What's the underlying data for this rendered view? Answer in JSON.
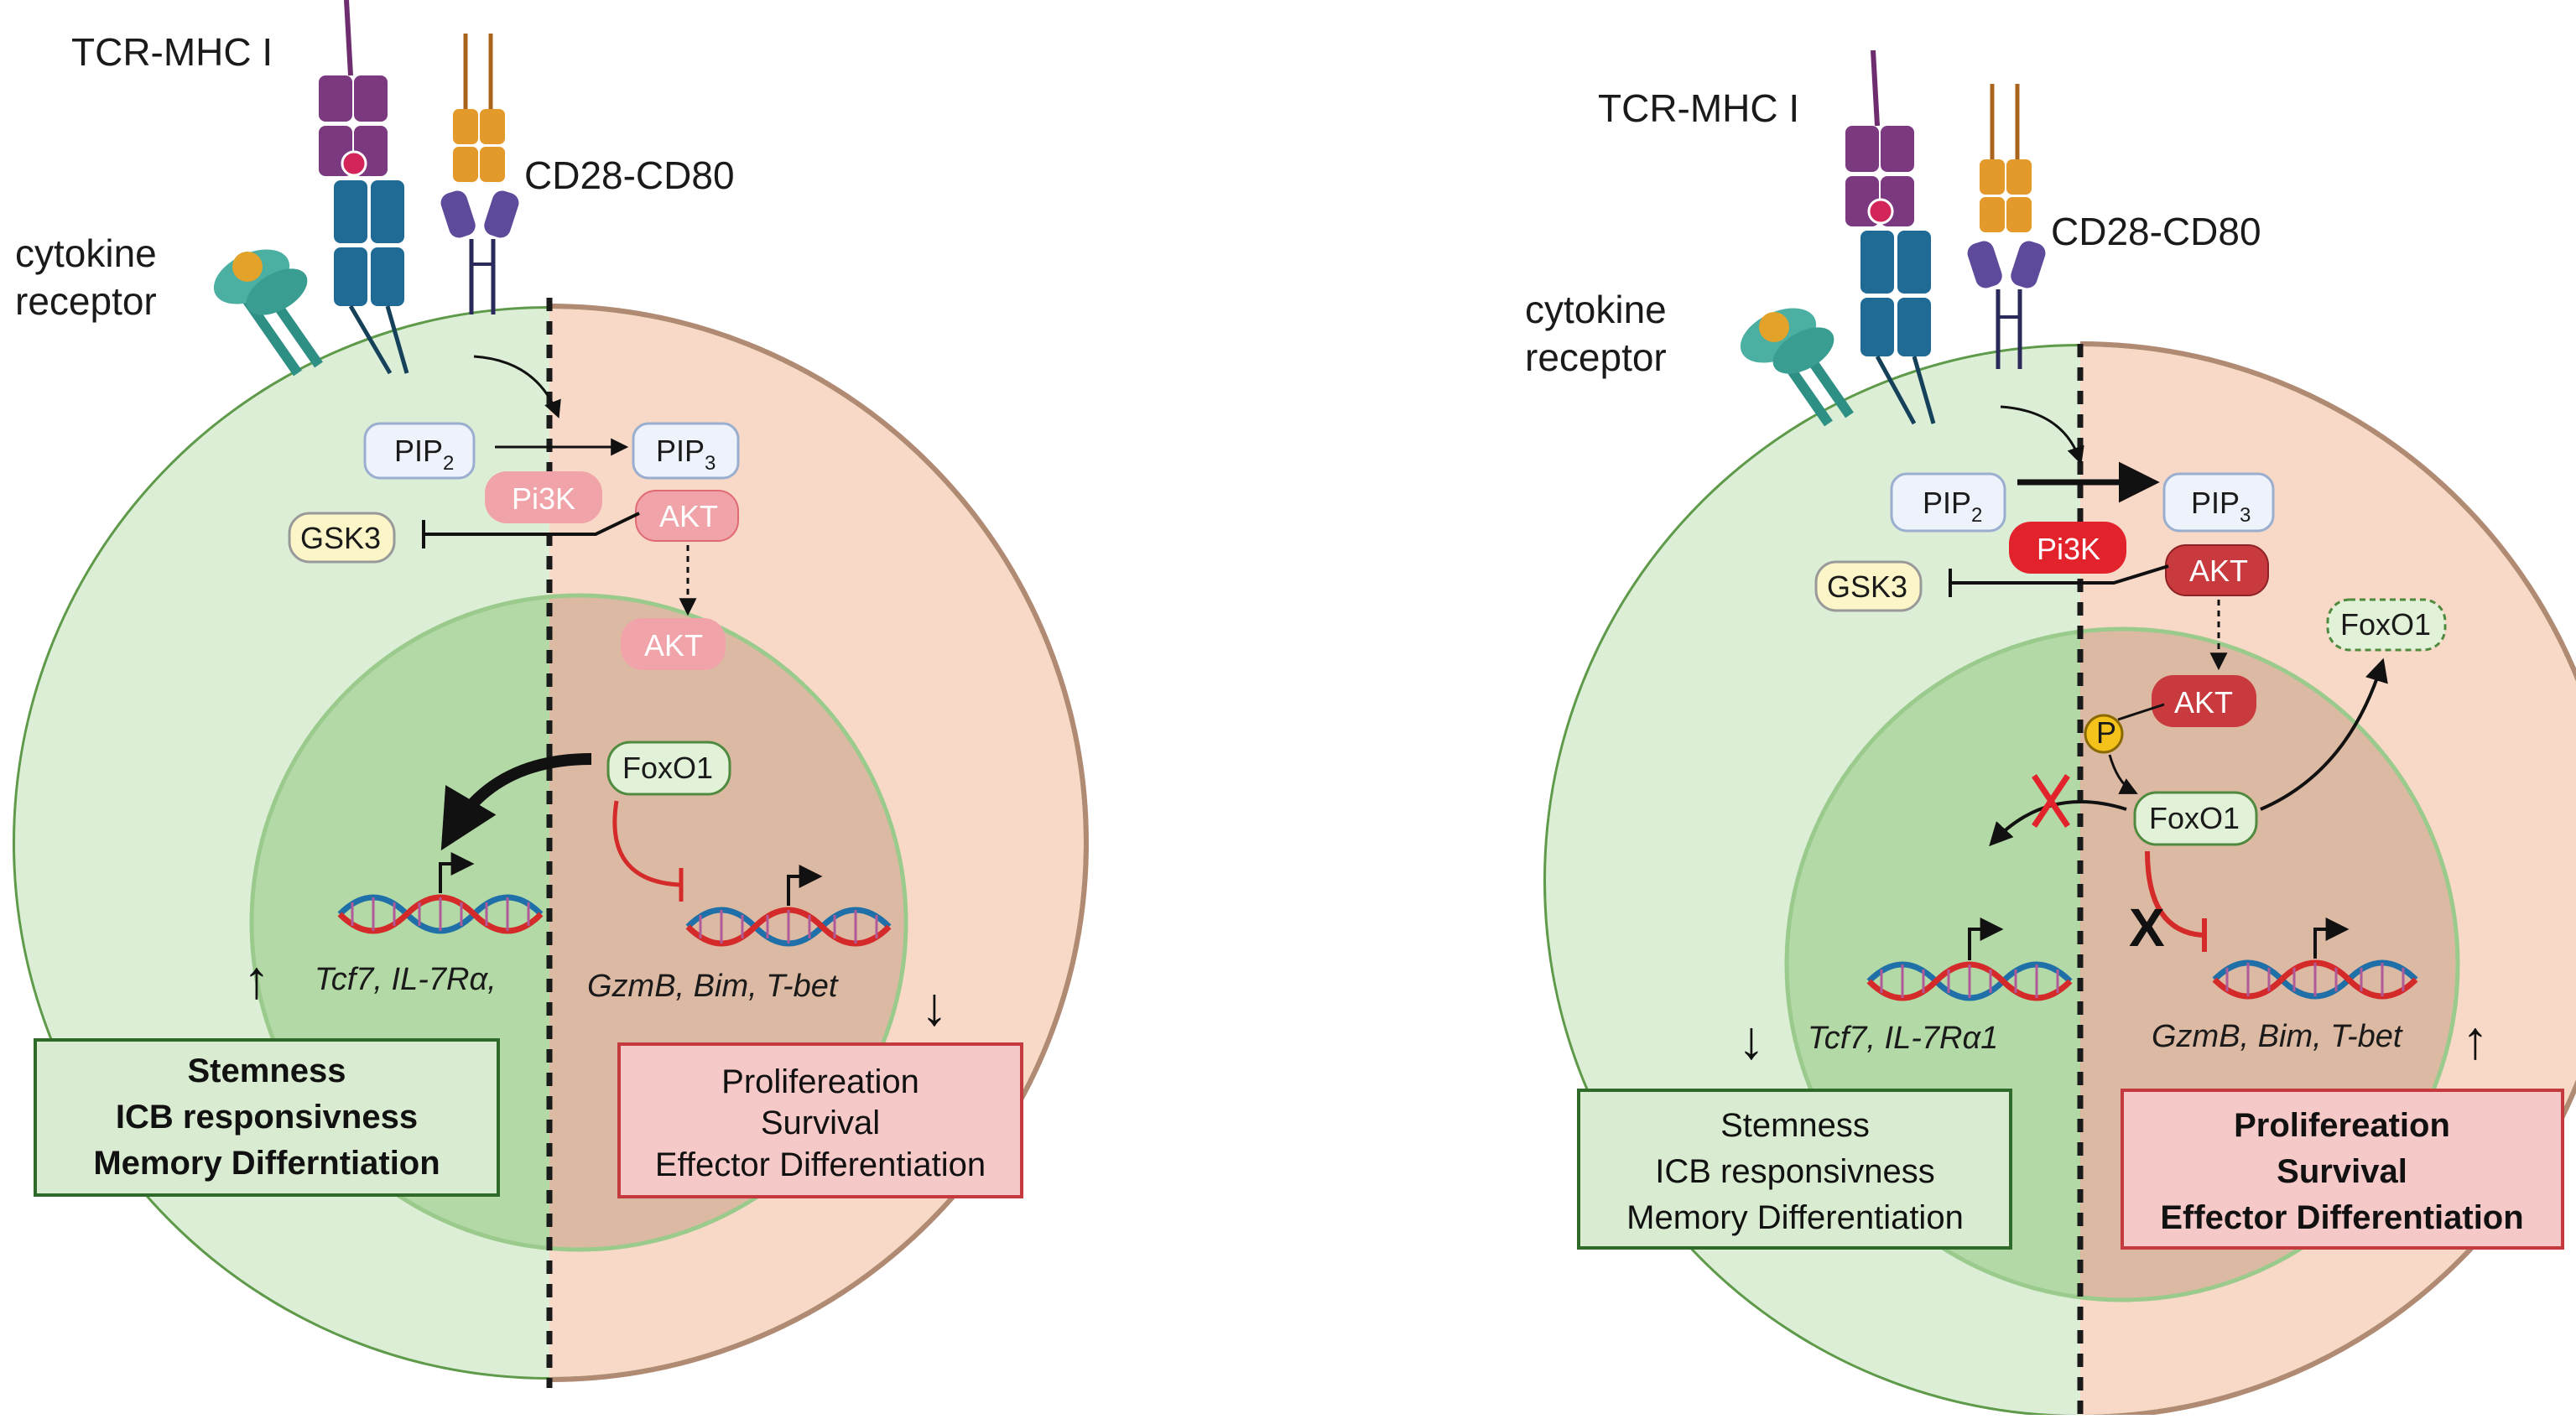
{
  "left": {
    "tcr_label": "TCR-MHC I",
    "cd28_label": "CD28-CD80",
    "cytokine_label_1": "cytokine",
    "cytokine_label_2": "receptor",
    "pip2": "PIP",
    "pip2_sub": "2",
    "pip3": "PIP",
    "pip3_sub": "3",
    "pi3k": "Pi3K",
    "akt_membrane": "AKT",
    "akt_nuclear": "AKT",
    "gsk3": "GSK3",
    "foxo1": "FoxO1",
    "genes_left": "Tcf7, IL-7Rα,",
    "genes_right": "GzmB, Bim, T-bet",
    "arrow_left": "↑",
    "arrow_right": "↓",
    "green_box": [
      "Stemness",
      "ICB responsivness",
      "Memory Differntiation"
    ],
    "red_box": [
      "Prolifereation",
      "Survival",
      "Effector Differentiation"
    ],
    "colors": {
      "pi3k": "#f0a3a8",
      "akt": "#f0a3a8"
    }
  },
  "right": {
    "tcr_label": "TCR-MHC I",
    "cd28_label": "CD28-CD80",
    "cytokine_label_1": "cytokine",
    "cytokine_label_2": "receptor",
    "pip2": "PIP",
    "pip2_sub": "2",
    "pip3": "PIP",
    "pip3_sub": "3",
    "pi3k": "Pi3K",
    "akt_membrane": "AKT",
    "akt_nuclear": "AKT",
    "gsk3": "GSK3",
    "foxo1_nuclear": "FoxO1",
    "foxo1_cyto": "FoxO1",
    "phospho": "P",
    "block_mark": "X",
    "genes_left": "Tcf7, IL-7Rα1",
    "genes_right": "GzmB, Bim, T-bet",
    "arrow_left": "↓",
    "arrow_right": "↑",
    "green_box": [
      "Stemness",
      "ICB responsivness",
      "Memory Differentiation"
    ],
    "red_box": [
      "Prolifereation",
      "Survival",
      "Effector Differentiation"
    ],
    "colors": {
      "pi3k": "#e3232b",
      "akt": "#c93a3e"
    }
  }
}
